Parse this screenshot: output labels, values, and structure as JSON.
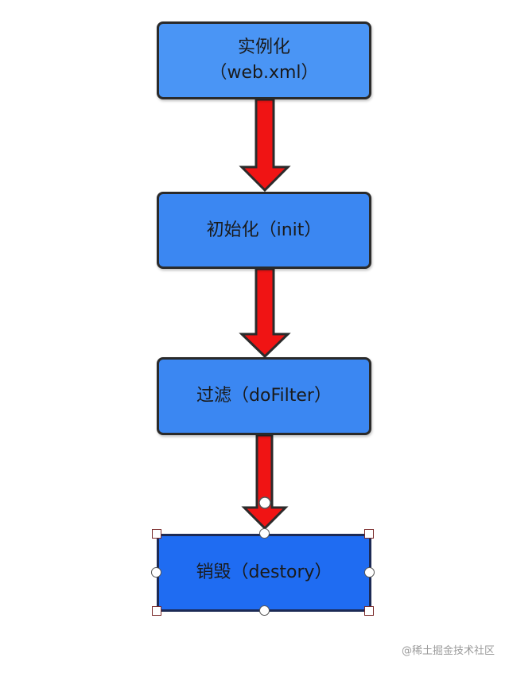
{
  "diagram": {
    "nodes": [
      {
        "id": "instantiate",
        "line1": "实例化",
        "line2": "（web.xml）"
      },
      {
        "id": "init",
        "line1": "初始化（init）",
        "line2": ""
      },
      {
        "id": "filter",
        "line1": "过滤（doFilter）",
        "line2": ""
      },
      {
        "id": "destroy",
        "line1": "销毁（destory）",
        "line2": ""
      }
    ],
    "edges": [
      {
        "from": "instantiate",
        "to": "init"
      },
      {
        "from": "init",
        "to": "filter"
      },
      {
        "from": "filter",
        "to": "destroy"
      }
    ],
    "colors": {
      "arrow_fill": "#f01414",
      "arrow_stroke": "#2b2b2b",
      "node_light": "#4a95f5",
      "node_mid": "#3b87f2",
      "node_selected": "#1f6cf2"
    }
  },
  "watermark": "@稀土掘金技术社区"
}
